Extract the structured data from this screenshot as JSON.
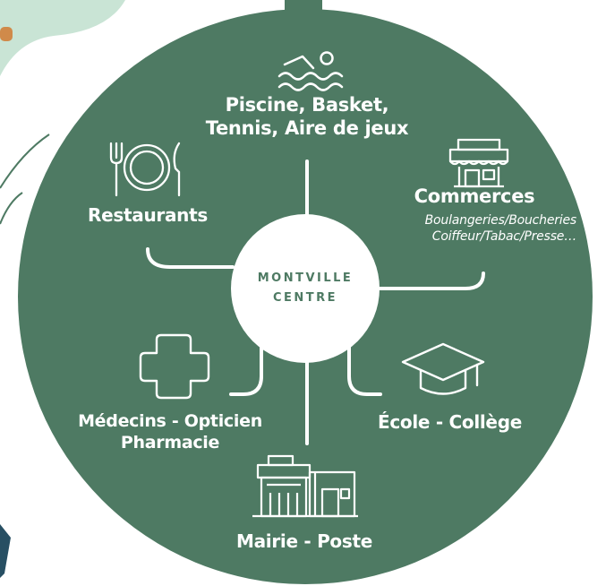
{
  "colors": {
    "disc": "#4e7a63",
    "decor_light": "#c9e4d5",
    "white": "#ffffff"
  },
  "center": {
    "line1": "MONTVILLE",
    "line2": "CENTRE"
  },
  "nodes": {
    "piscine": {
      "line1": "Piscine, Basket,",
      "line2": "Tennis, Aire de jeux",
      "icon": "swimmer-icon"
    },
    "commerces": {
      "title": "Commerces",
      "sub1": "Boulangeries/Boucheries",
      "sub2": "Coiffeur/Tabac/Presse…",
      "icon": "shop-icon"
    },
    "restaurants": {
      "title": "Restaurants",
      "icon": "plate-cutlery-icon"
    },
    "medecins": {
      "line1": "Médecins - Opticien",
      "line2": "Pharmacie",
      "icon": "medical-cross-icon"
    },
    "ecole": {
      "title": "École - Collège",
      "icon": "graduation-cap-icon"
    },
    "mairie": {
      "title": "Mairie - Poste",
      "icon": "town-hall-icon"
    }
  }
}
